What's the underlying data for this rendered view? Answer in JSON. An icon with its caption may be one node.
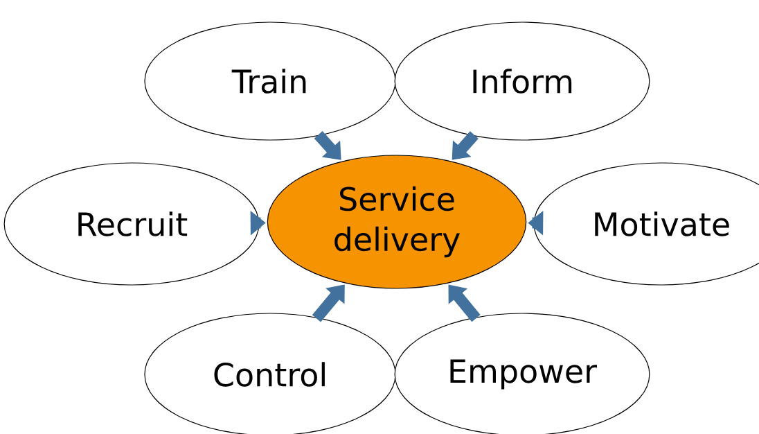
{
  "diagram": {
    "nodes": [
      {
        "text": [
          "Train"
        ]
      },
      {
        "text": [
          "Inform"
        ]
      },
      {
        "text": [
          "Recruit"
        ]
      },
      {
        "text": [
          "Service delivery"
        ]
      },
      {
        "text": [
          "Motivate"
        ]
      },
      {
        "text": [
          "Control"
        ]
      },
      {
        "text": [
          "Empower"
        ]
      }
    ],
    "edges": [
      {
        "from": 0,
        "to": 3,
        "arrow": "to"
      },
      {
        "from": 1,
        "to": 3,
        "arrow": "to"
      },
      {
        "from": 2,
        "to": 3,
        "arrow": "to"
      },
      {
        "from": 4,
        "to": 3,
        "arrow": "to"
      },
      {
        "from": 5,
        "to": 3,
        "arrow": "to"
      },
      {
        "from": 6,
        "to": 3,
        "arrow": "to"
      }
    ]
  }
}
